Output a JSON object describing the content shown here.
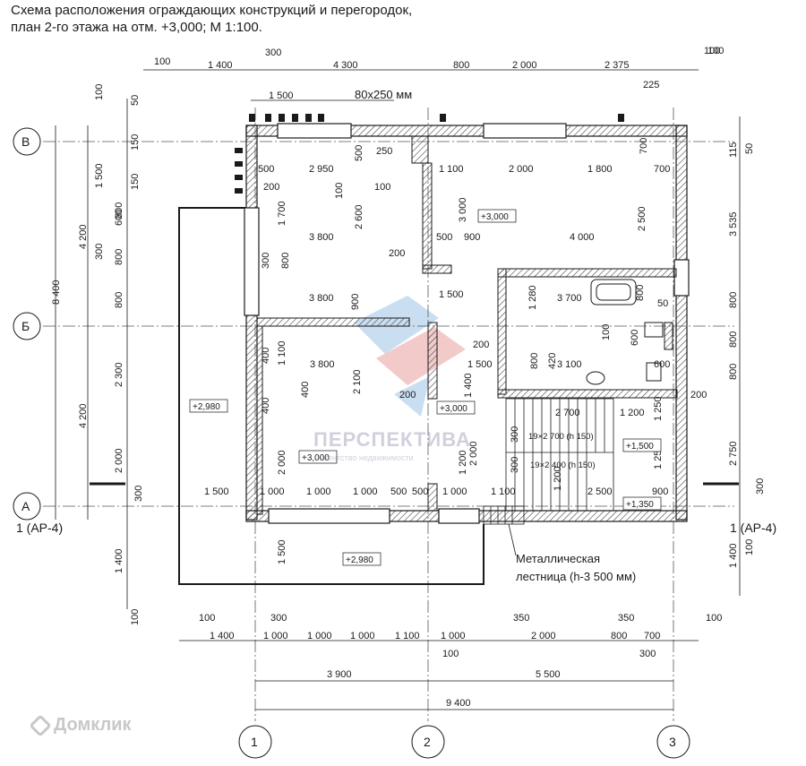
{
  "title": {
    "line1": "Схема расположения ограждающих конструкций и перегородок,",
    "line2": "план 2-го этажа на отм. +3,000; М 1:100."
  },
  "window_note": "80х250 мм",
  "dims_top": {
    "outer": [
      "100",
      "1 400",
      "300",
      "4 300",
      "800",
      "2 000",
      "2 375",
      "100"
    ],
    "row2": [
      "1 500",
      "225"
    ]
  },
  "dims_bottom": {
    "row1": [
      "100",
      "300",
      "350",
      "350",
      "100"
    ],
    "row2": [
      "1 400",
      "1 000",
      "1 000",
      "1 000",
      "1 100",
      "1 000",
      "2 000",
      "800",
      "700"
    ],
    "row3": [
      "100",
      "300"
    ],
    "axes": [
      "3 900",
      "5 500"
    ],
    "total": "9 400"
  },
  "dims_left": {
    "total": "8 400",
    "big": [
      "4 200",
      "4 200"
    ],
    "chain": [
      "100",
      "50",
      "150",
      "1 500",
      "150",
      "600",
      "800",
      "300",
      "800",
      "800",
      "2 300",
      "2 000",
      "300",
      "1 400",
      "100"
    ]
  },
  "dims_right": {
    "chain": [
      "50",
      "115",
      "3 535",
      "800",
      "800",
      "800",
      "2 750",
      "300",
      "100",
      "1 400"
    ],
    "extra": [
      "100",
      "200"
    ]
  },
  "interior_dims": [
    "500",
    "2 950",
    "500",
    "250",
    "1 100",
    "2 000",
    "1 800",
    "700",
    "700",
    "200",
    "100",
    "100",
    "1 700",
    "2 600",
    "3 000",
    "2 500",
    "3 800",
    "500",
    "900",
    "4 000",
    "200",
    "300",
    "800",
    "3 800",
    "900",
    "1 500",
    "1 280",
    "3 700",
    "800",
    "50",
    "100",
    "600",
    "3 800",
    "1 100",
    "400",
    "200",
    "420",
    "800",
    "1 500",
    "3 100",
    "600",
    "400",
    "2 100",
    "400",
    "200",
    "1 400",
    "2 700",
    "1 200",
    "1 250",
    "300",
    "19×2 700 (h 150)",
    "2 000",
    "1 200",
    "2 000",
    "1 250",
    "300",
    "19×2 400 (h 150)",
    "1 500",
    "1 000",
    "1 000",
    "1 000",
    "500",
    "500",
    "1 000",
    "1 100",
    "1 200",
    "2 500",
    "900",
    "1 500"
  ],
  "levels": [
    "+3,000",
    "+2,980",
    "+3,000",
    "+3,000",
    "+1,500",
    "+1,350",
    "+2,980"
  ],
  "axes": {
    "rows": [
      "В",
      "Б",
      "А"
    ],
    "cols": [
      "1",
      "2",
      "3"
    ]
  },
  "section_marks": [
    "1 (АР-4)",
    "1 (АР-4)"
  ],
  "stair_note": {
    "line1": "Металлическая",
    "line2": "лестница (h-3 500 мм)"
  },
  "watermark": {
    "text": "ПЕРСПЕКТИВА",
    "sub": "агентство недвижимости"
  },
  "brand": "Домклик",
  "colors": {
    "line": "#1a1a1a",
    "wall_fill": "#d9d9d9",
    "watermark_red": "#e8a0a0",
    "watermark_blue": "#9fc4e6",
    "brand_gray": "#c8c8c8"
  }
}
